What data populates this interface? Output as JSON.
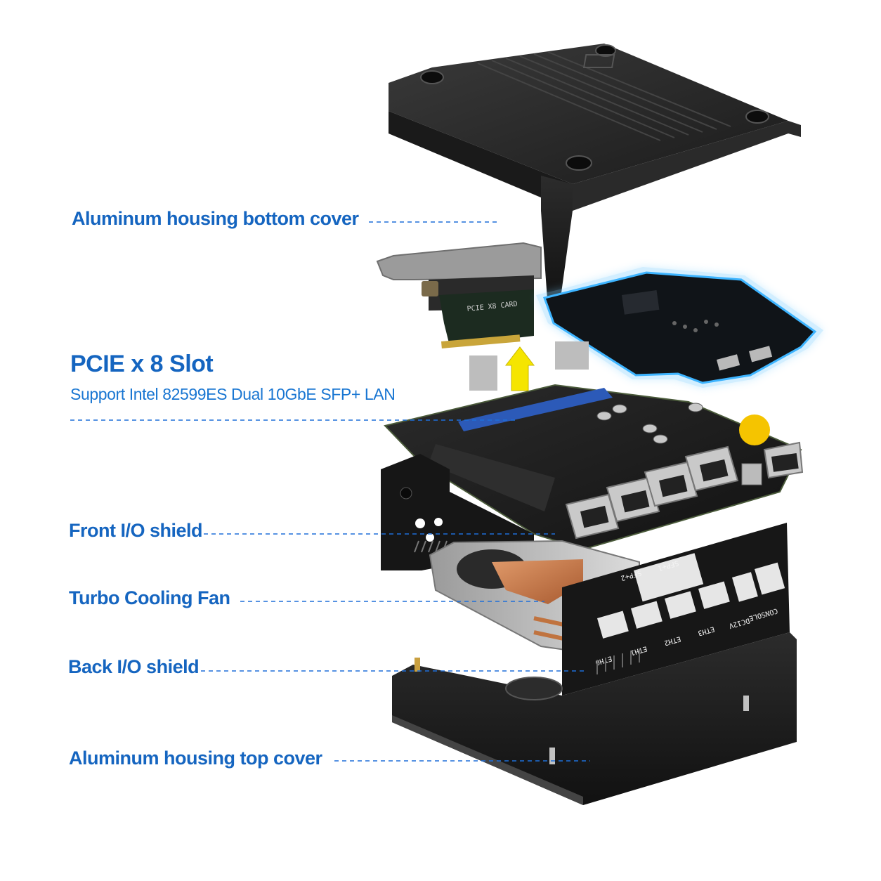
{
  "labels": {
    "bottom_cover": "Aluminum housing bottom cover",
    "pcie_title": "PCIE x 8 Slot",
    "pcie_subtitle": "Support Intel 82599ES Dual 10GbE SFP+ LAN",
    "front_io": "Front I/O shield",
    "cooling_fan": "Turbo Cooling Fan",
    "back_io": "Back I/O shield",
    "top_cover": "Aluminum housing top cover"
  },
  "riser_card_text": "PCIE X8 CARD",
  "back_panel_labels": {
    "sfp2": "SFP+2",
    "sfp1": "SFP+1",
    "console": "CONSOLE",
    "dc": "DC12V",
    "eth0": "ETH0",
    "eth1": "ETH1",
    "eth2": "ETH2",
    "eth3": "ETH3"
  },
  "colors": {
    "label_blue": "#1565c0",
    "metal_dark": "#232323",
    "glow_blue": "#29a7ff",
    "heatsink_copper": "#c8794a"
  }
}
